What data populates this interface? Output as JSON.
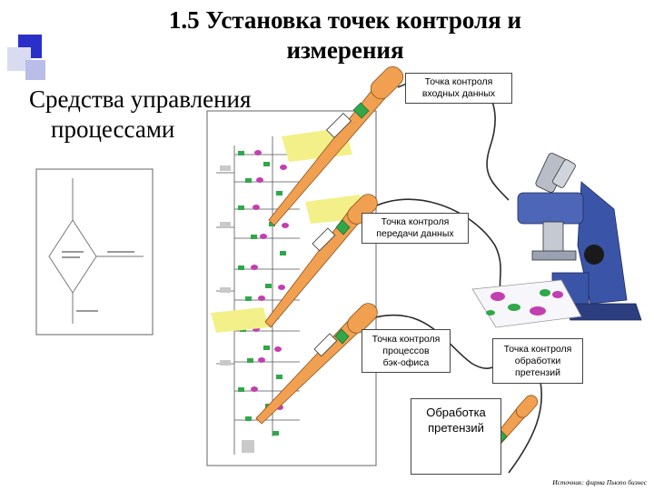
{
  "title_lines": [
    "1.5  Установка точек контроля и",
    "измерения"
  ],
  "subtitle_lines": [
    "Средства управления",
    "процессами"
  ],
  "callouts": {
    "input": [
      "Точка контроля",
      "входных данных"
    ],
    "transfer": [
      "Точка контроля",
      "передачи данных"
    ],
    "backoffice": [
      "Точка контроля",
      "процессов",
      "бэк-офиса"
    ],
    "claims": [
      "Точка контроля",
      "обработки",
      "претензий"
    ]
  },
  "claims_box_lines": [
    "Обработка",
    "претензий"
  ],
  "source_note": "Источник: фирма Пьюпо бизнес",
  "colors": {
    "accent_blue": "#2b2fc9",
    "thermometer_fill": "#f0a050",
    "node_green": "#2fa84a",
    "node_magenta": "#c23fb0",
    "microscope_blue": "#3a55a8"
  }
}
